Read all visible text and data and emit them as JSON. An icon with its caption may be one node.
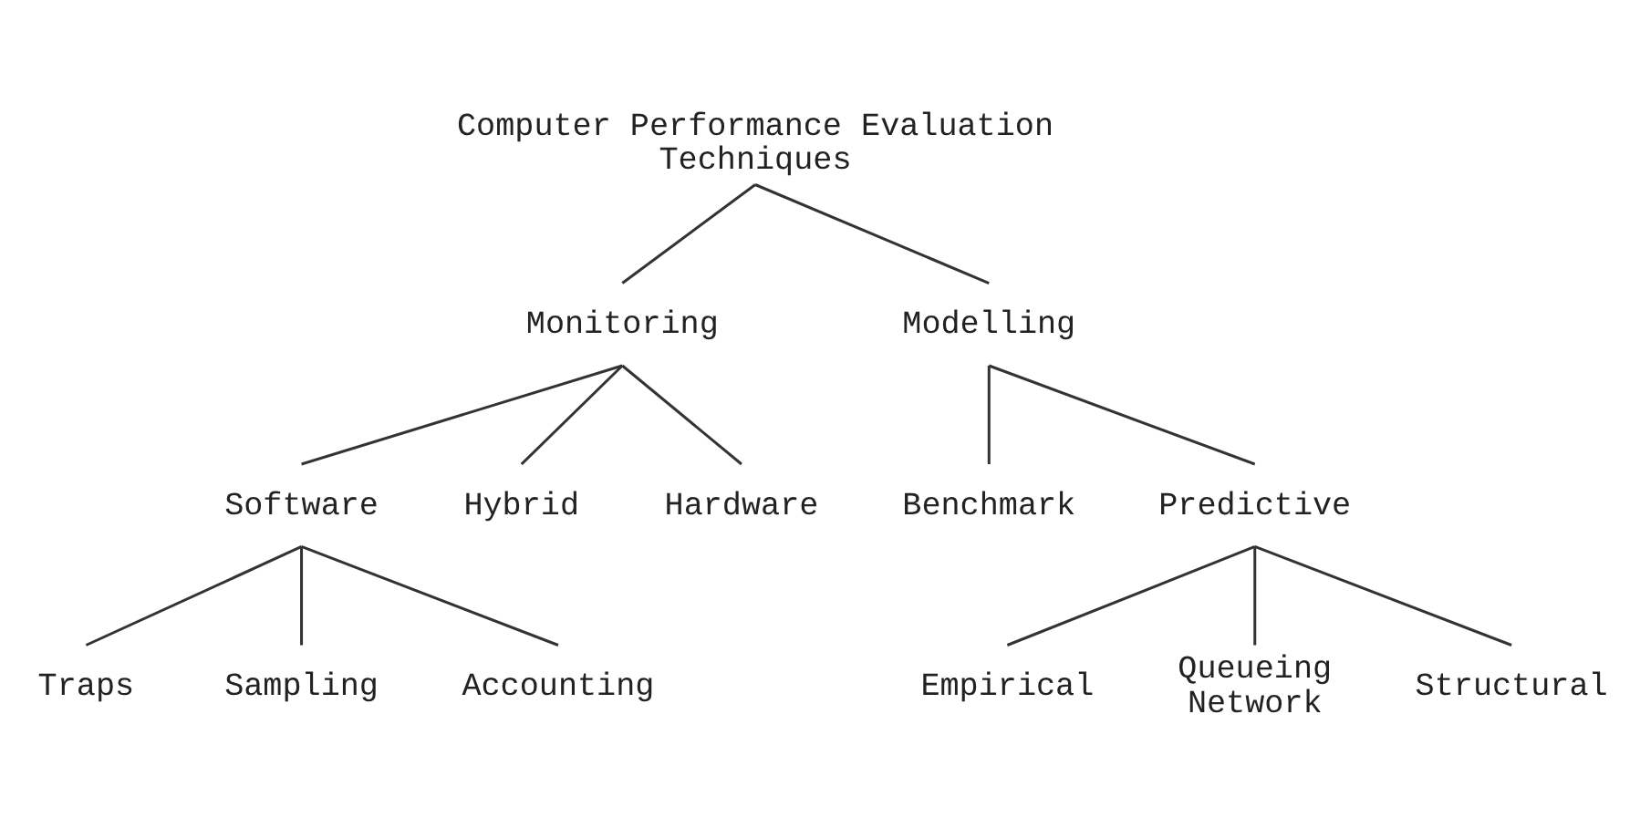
{
  "diagram": {
    "nodes": [
      {
        "text": [
          "Computer Performance Evaluation Techniques"
        ]
      },
      {
        "text": [
          "Monitoring"
        ]
      },
      {
        "text": [
          "Modelling"
        ]
      },
      {
        "text": [
          "Software"
        ]
      },
      {
        "text": [
          "Hybrid"
        ]
      },
      {
        "text": [
          "Hardware"
        ]
      },
      {
        "text": [
          "Benchmark"
        ]
      },
      {
        "text": [
          "Predictive"
        ]
      },
      {
        "text": [
          "Traps"
        ]
      },
      {
        "text": [
          "Sampling"
        ]
      },
      {
        "text": [
          "Accounting"
        ]
      },
      {
        "text": [
          "Empirical"
        ]
      },
      {
        "text": [
          "Queueing Network"
        ]
      },
      {
        "text": [
          "Structural"
        ]
      }
    ],
    "edges": [
      {
        "from": 0,
        "to": 1,
        "arrow": "none"
      },
      {
        "from": 0,
        "to": 2,
        "arrow": "none"
      },
      {
        "from": 1,
        "to": 3,
        "arrow": "none"
      },
      {
        "from": 1,
        "to": 4,
        "arrow": "none"
      },
      {
        "from": 1,
        "to": 5,
        "arrow": "none"
      },
      {
        "from": 2,
        "to": 6,
        "arrow": "none"
      },
      {
        "from": 2,
        "to": 7,
        "arrow": "none"
      },
      {
        "from": 3,
        "to": 8,
        "arrow": "none"
      },
      {
        "from": 3,
        "to": 9,
        "arrow": "none"
      },
      {
        "from": 3,
        "to": 10,
        "arrow": "none"
      },
      {
        "from": 7,
        "to": 11,
        "arrow": "none"
      },
      {
        "from": 7,
        "to": 12,
        "arrow": "none"
      },
      {
        "from": 7,
        "to": 13,
        "arrow": "none"
      }
    ]
  }
}
